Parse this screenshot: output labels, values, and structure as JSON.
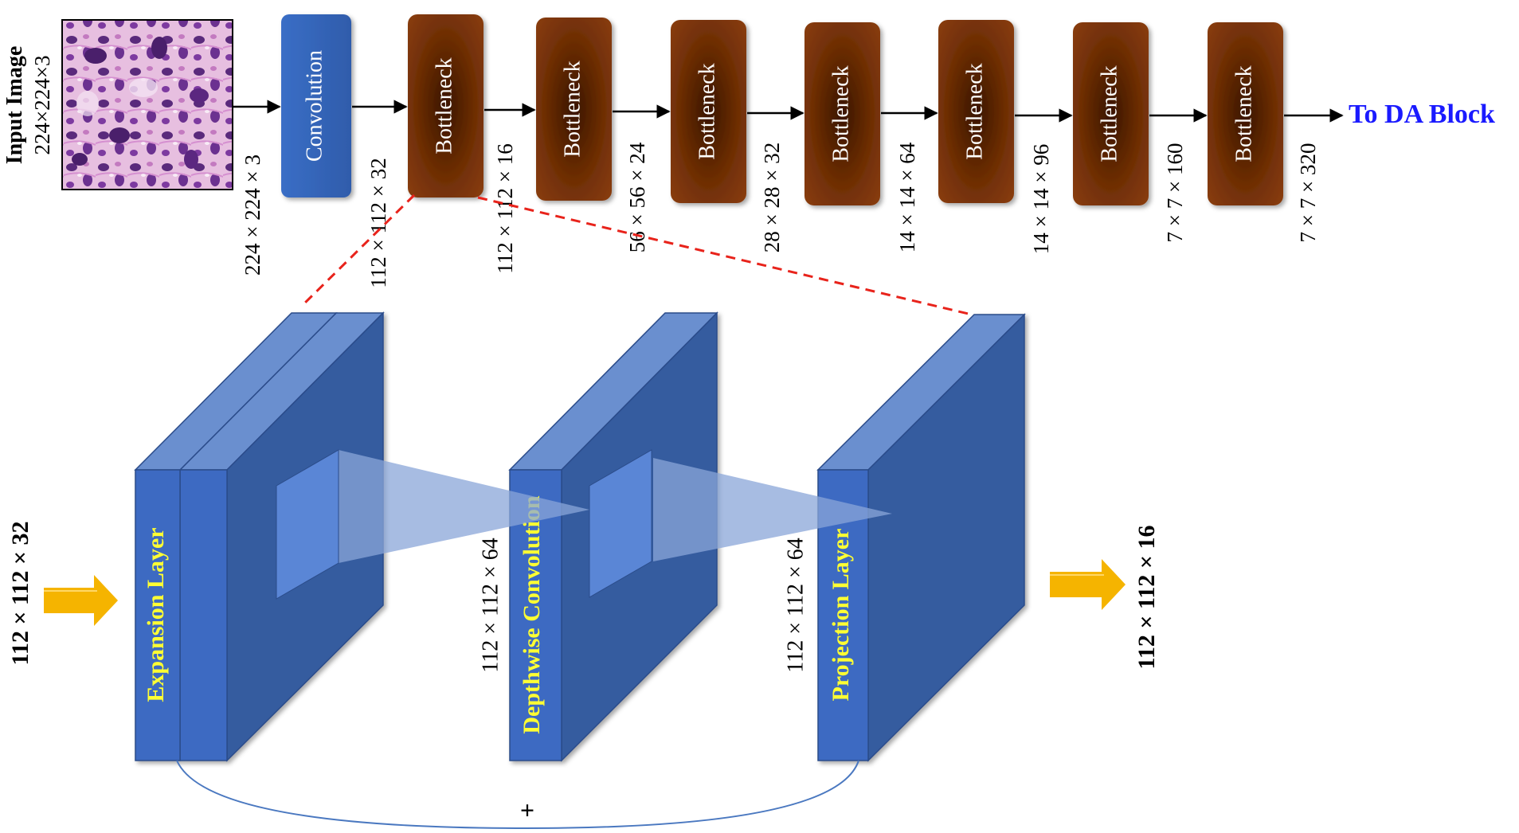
{
  "input": {
    "title": "Input Image",
    "size": "224×224×3"
  },
  "pipeline": {
    "conv_label": "Convolution",
    "block_labels": [
      "Bottleneck",
      "Bottleneck",
      "Bottleneck",
      "Bottleneck",
      "Bottleneck",
      "Bottleneck",
      "Bottleneck"
    ],
    "dims": [
      "224 × 224 × 3",
      "224 × 224 × 3",
      "112 × 112 × 32",
      "112 × 112 × 16",
      "56 × 56 × 24",
      "28 × 28 × 32",
      "14 × 14 × 64",
      "14 × 14 × 96",
      "7 × 7 × 160",
      "7 × 7 × 320"
    ],
    "output_label": "To DA Block"
  },
  "detail": {
    "input_dim": "112 × 112 × 32",
    "output_dim": "112 × 112 × 16",
    "layer1_label": "Expansion Layer",
    "layer1_dim": "112 × 112 × 64",
    "layer2_label": "Depthwise Convolution",
    "layer2_dim": "112 × 112 × 64",
    "layer3_label": "Projection Layer",
    "residual_symbol": "+"
  },
  "colors": {
    "bottleneck": "#7a3308",
    "convolution": "#3a6ec6",
    "slab_front": "#3e6bc2",
    "slab_side": "#345b9f",
    "slab_top": "#6b8fcf",
    "arrow_yellow": "#f5b400",
    "label_yellow": "#ffff33",
    "link_blue": "#1a1aff",
    "dashed_red": "#e8231b"
  },
  "icons": {
    "input_thumbnail": "histology-tissue-image",
    "input_arrow": "right-arrow-icon",
    "output_arrow": "right-arrow-icon"
  }
}
